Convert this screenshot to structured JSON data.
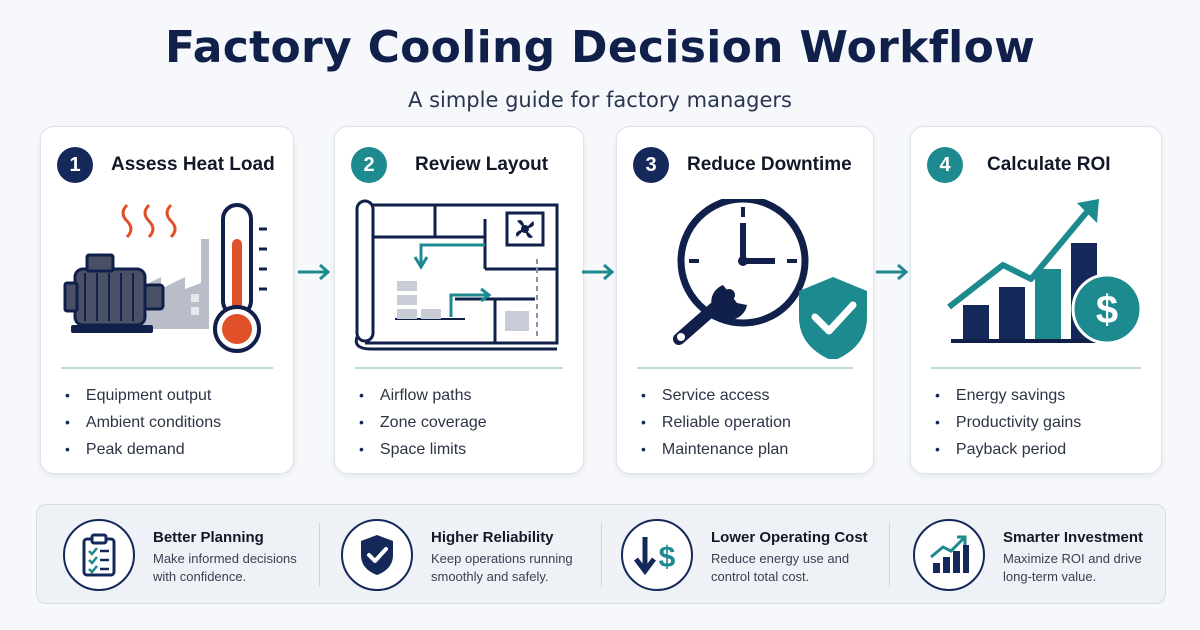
{
  "header": {
    "title": "Factory Cooling Decision Workflow",
    "subtitle": "A simple guide for factory managers"
  },
  "steps": [
    {
      "number": "1",
      "title": "Assess Heat Load",
      "icon": "motor-thermometer-icon",
      "bullets": [
        "Equipment output",
        "Ambient conditions",
        "Peak demand"
      ]
    },
    {
      "number": "2",
      "title": "Review Layout",
      "icon": "floorplan-icon",
      "bullets": [
        "Airflow paths",
        "Zone coverage",
        "Space limits"
      ]
    },
    {
      "number": "3",
      "title": "Reduce Downtime",
      "icon": "clock-wrench-shield-icon",
      "bullets": [
        "Service access",
        "Reliable operation",
        "Maintenance plan"
      ]
    },
    {
      "number": "4",
      "title": "Calculate ROI",
      "icon": "growth-chart-dollar-icon",
      "bullets": [
        "Energy savings",
        "Productivity gains",
        "Payback period"
      ]
    }
  ],
  "benefits": [
    {
      "title": "Better Planning",
      "desc": [
        "Make informed decisions",
        "with confidence."
      ],
      "icon": "clipboard-checklist-icon"
    },
    {
      "title": "Higher Reliability",
      "desc": [
        "Keep operations running",
        "smoothly and safely."
      ],
      "icon": "shield-check-icon"
    },
    {
      "title": "Lower Operating Cost",
      "desc": [
        "Reduce energy use and",
        "control total cost."
      ],
      "icon": "down-arrow-dollar-icon"
    },
    {
      "title": "Smarter Investment",
      "desc": [
        "Maximize ROI and drive",
        "long-term value."
      ],
      "icon": "bar-chart-growth-icon"
    }
  ],
  "colors": {
    "navy": "#14285a",
    "teal": "#1d8a8f",
    "orange": "#e0512a"
  }
}
